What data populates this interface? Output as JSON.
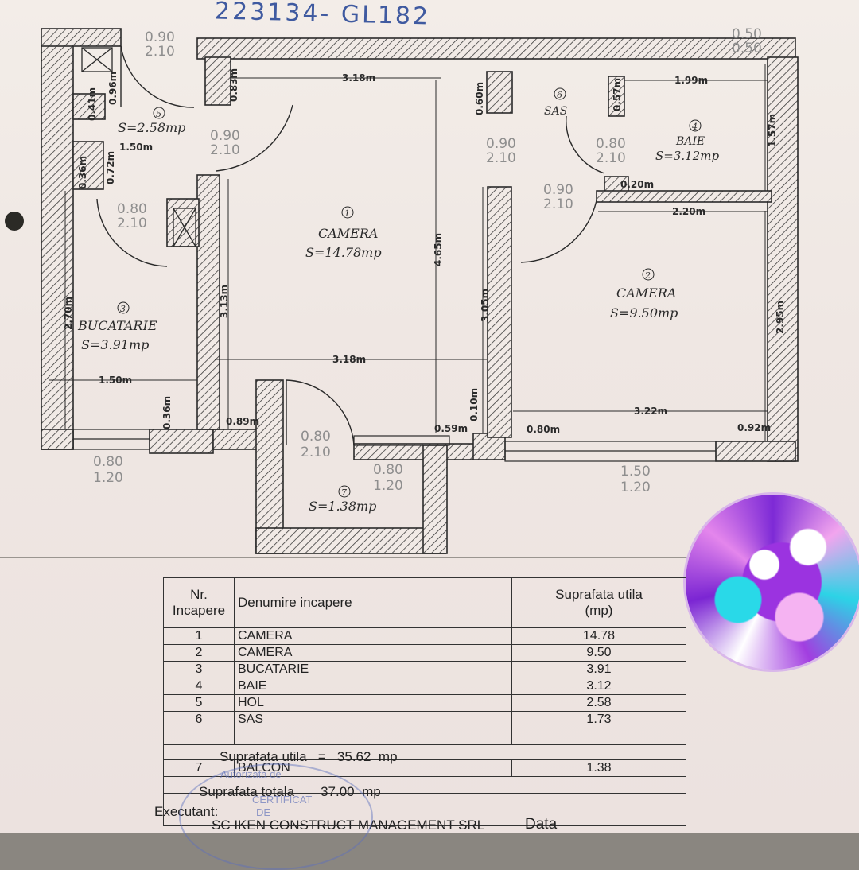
{
  "header_note": "223134- GL182",
  "rooms_plan": [
    {
      "num": "1",
      "name": "CAMERA",
      "area": "S=14.78mp"
    },
    {
      "num": "2",
      "name": "CAMERA",
      "area": "S=9.50mp"
    },
    {
      "num": "3",
      "name": "BUCATARIE",
      "area": "S=3.91mp"
    },
    {
      "num": "4",
      "name": "BAIE",
      "area": "S=3.12mp"
    },
    {
      "num": "5",
      "name": "",
      "area": "S=2.58mp"
    },
    {
      "num": "6",
      "name": "SAS",
      "area": ""
    },
    {
      "num": "7",
      "name": "",
      "area": "S=1.38mp"
    }
  ],
  "dimensions": {
    "d318_top": "3.18m",
    "d199": "1.99m",
    "d157": "1.57m",
    "d220": "2.20m",
    "d295": "2.95m",
    "d322": "3.22m",
    "d092": "0.92m",
    "d080b": "0.80m",
    "d059": "0.59m",
    "d010": "0.10m",
    "d305": "3.05m",
    "d465": "4.65m",
    "d318_mid": "3.18m",
    "d313": "3.13m",
    "d089": "0.89m",
    "d270": "2.70m",
    "d150_bot": "1.50m",
    "d036_bot": "0.36m",
    "d036_top": "0.36m",
    "d072": "0.72m",
    "d150_top": "1.50m",
    "d041": "0.41m",
    "d096": "0.96m",
    "d083": "0.83m",
    "d060": "0.60m",
    "d057": "0.57m",
    "d020": "0.20m"
  },
  "doors": [
    {
      "top": "0.90",
      "bottom": "2.10"
    },
    {
      "top": "0.50",
      "bottom": "0.50"
    },
    {
      "top": "0.90",
      "bottom": "2.10"
    },
    {
      "top": "0.90",
      "bottom": "2.10"
    },
    {
      "top": "0.80",
      "bottom": "2.10"
    },
    {
      "top": "0.90",
      "bottom": "2.10"
    },
    {
      "top": "0.80",
      "bottom": "2.10"
    },
    {
      "top": "0.80",
      "bottom": "2.10"
    },
    {
      "top": "0.80",
      "bottom": "1.20"
    },
    {
      "top": "0.80",
      "bottom": "1.20"
    },
    {
      "top": "1.50",
      "bottom": "1.20"
    }
  ],
  "table": {
    "headers": {
      "nr": "Nr.\nIncapere",
      "name": "Denumire incapere",
      "area": "Suprafata utila\n(mp)"
    },
    "rows": [
      {
        "nr": "1",
        "name": "CAMERA",
        "area": "14.78"
      },
      {
        "nr": "2",
        "name": "CAMERA",
        "area": "9.50"
      },
      {
        "nr": "3",
        "name": "BUCATARIE",
        "area": "3.91"
      },
      {
        "nr": "4",
        "name": "BAIE",
        "area": "3.12"
      },
      {
        "nr": "5",
        "name": "HOL",
        "area": "2.58"
      },
      {
        "nr": "6",
        "name": "SAS",
        "area": "1.73"
      }
    ],
    "utila_label": "Suprafata utila",
    "utila_eq": "=",
    "utila_value": "35.62",
    "utila_unit": "mp",
    "balcon": {
      "nr": "7",
      "name": "BALCON",
      "area": "1.38"
    },
    "totala_label": "Suprafata totala",
    "totala_value": "37.00",
    "totala_unit": "mp",
    "executant_label": "Executant:",
    "executant_name": "SC IKEN CONSTRUCT MANAGEMENT SRL",
    "data_label": "Data"
  },
  "stamp_text": [
    "Autorizata de",
    "CERTIFICAT",
    "DE"
  ]
}
